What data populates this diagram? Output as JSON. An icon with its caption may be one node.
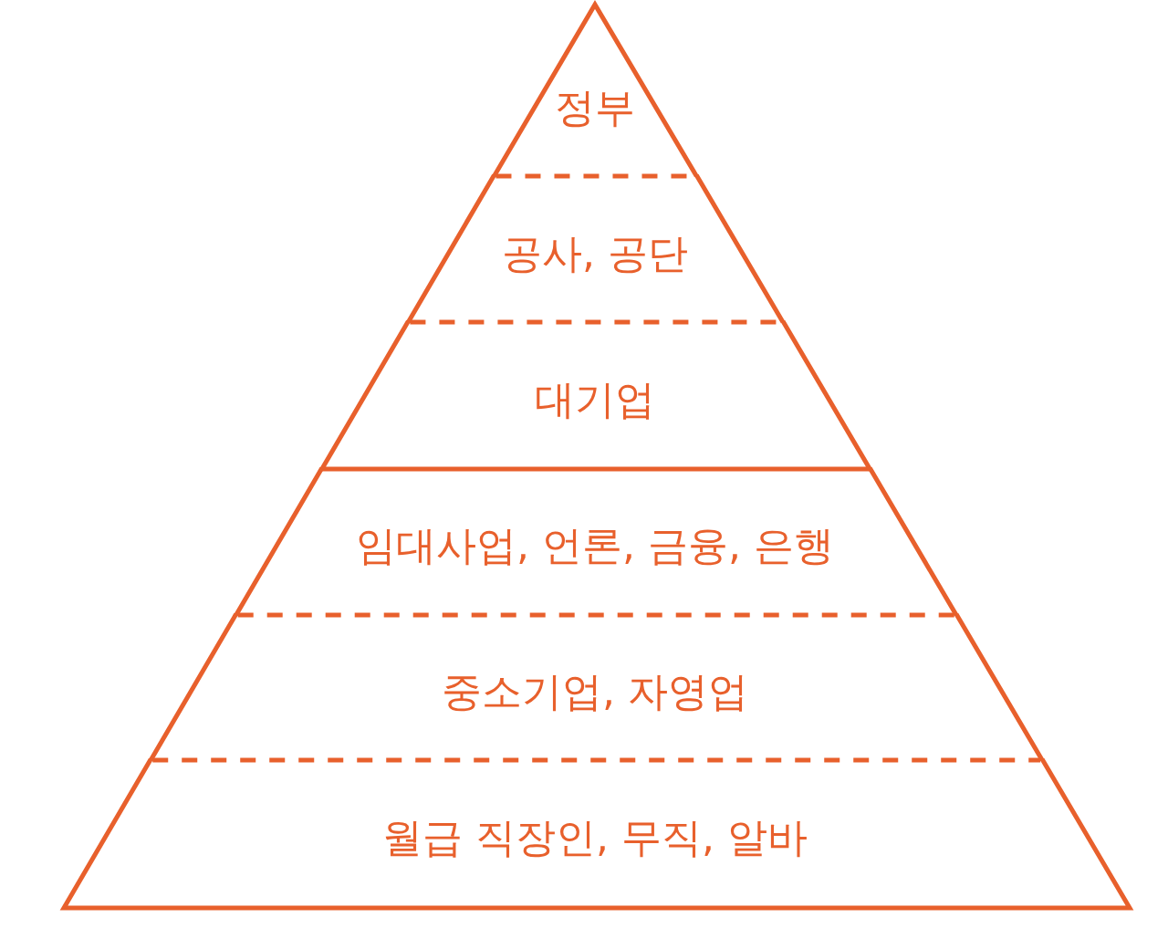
{
  "diagram": {
    "nodes": [
      {
        "text": [
          "정부"
        ]
      },
      {
        "text": [
          "공사, 공단"
        ]
      },
      {
        "text": [
          "대기업"
        ]
      },
      {
        "text": [
          "임대사업, 언론, 금융, 은행"
        ]
      },
      {
        "text": [
          "중소기업, 자영업"
        ]
      },
      {
        "text": [
          "월급 직장인, 무직, 알바"
        ]
      }
    ]
  }
}
